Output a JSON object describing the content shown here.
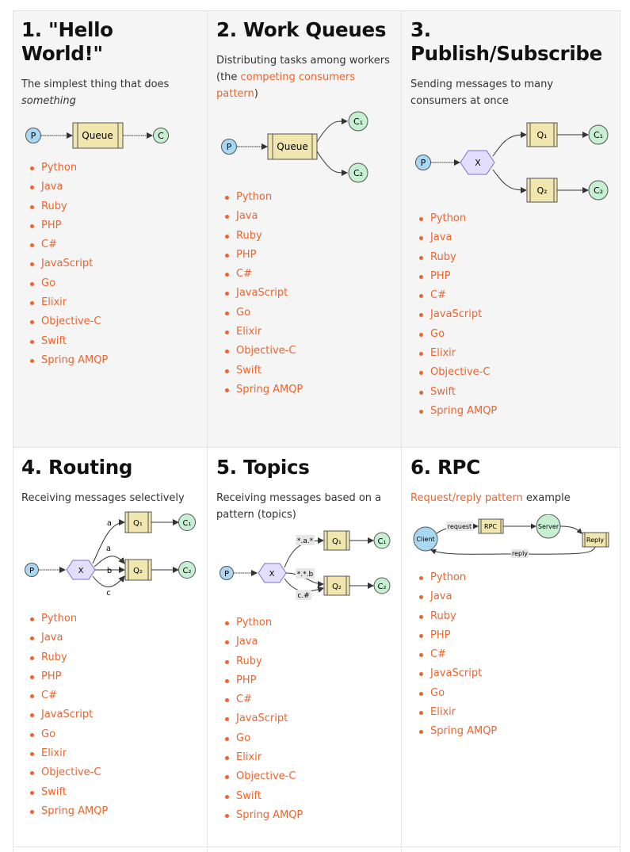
{
  "tutorials": [
    {
      "title": "1. \"Hello World!\"",
      "desc_text": "The simplest thing that does ",
      "desc_em": "something",
      "diagram": {
        "producer": "P",
        "queue": "Queue",
        "consumer": "C"
      },
      "languages": [
        "Python",
        "Java",
        "Ruby",
        "PHP",
        "C#",
        "JavaScript",
        "Go",
        "Elixir",
        "Objective-C",
        "Swift",
        "Spring AMQP"
      ]
    },
    {
      "title": "2. Work Queues",
      "desc_text": "Distributing tasks among workers (the ",
      "desc_link": "competing consumers pattern",
      "desc_after": ")",
      "diagram": {
        "producer": "P",
        "queue": "Queue",
        "consumers": [
          "C₁",
          "C₂"
        ]
      },
      "languages": [
        "Python",
        "Java",
        "Ruby",
        "PHP",
        "C#",
        "JavaScript",
        "Go",
        "Elixir",
        "Objective-C",
        "Swift",
        "Spring AMQP"
      ]
    },
    {
      "title": "3. Publish/Subscribe",
      "desc_text": "Sending messages to many consumers at once",
      "diagram": {
        "producer": "P",
        "exchange": "X",
        "queues": [
          "Q₁",
          "Q₂"
        ],
        "consumers": [
          "C₁",
          "C₂"
        ]
      },
      "languages": [
        "Python",
        "Java",
        "Ruby",
        "PHP",
        "C#",
        "JavaScript",
        "Go",
        "Elixir",
        "Objective-C",
        "Swift",
        "Spring AMQP"
      ]
    },
    {
      "title": "4. Routing",
      "desc_text": "Receiving messages selectively",
      "diagram": {
        "producer": "P",
        "exchange": "X",
        "queues": [
          "Q₁",
          "Q₂"
        ],
        "consumers": [
          "C₁",
          "C₂"
        ],
        "routing_keys": [
          "a",
          "a",
          "b",
          "c"
        ]
      },
      "languages": [
        "Python",
        "Java",
        "Ruby",
        "PHP",
        "C#",
        "JavaScript",
        "Go",
        "Elixir",
        "Objective-C",
        "Swift",
        "Spring AMQP"
      ]
    },
    {
      "title": "5. Topics",
      "desc_text": "Receiving messages based on a pattern (topics)",
      "diagram": {
        "producer": "P",
        "exchange": "X",
        "queues": [
          "Q₁",
          "Q₂"
        ],
        "consumers": [
          "C₁",
          "C₂"
        ],
        "bindings": [
          "*.a.*",
          "*.*.b",
          "c.#"
        ]
      },
      "languages": [
        "Python",
        "Java",
        "Ruby",
        "PHP",
        "C#",
        "JavaScript",
        "Go",
        "Elixir",
        "Objective-C",
        "Swift",
        "Spring AMQP"
      ]
    },
    {
      "title": "6. RPC",
      "desc_link": "Request/reply pattern",
      "desc_after": " example",
      "diagram": {
        "client": "Client",
        "request": "request",
        "rpc_queue": "RPC",
        "server": "Server",
        "reply_queue": "Reply",
        "reply": "reply"
      },
      "languages": [
        "Python",
        "Java",
        "Ruby",
        "PHP",
        "C#",
        "JavaScript",
        "Go",
        "Elixir",
        "Spring AMQP"
      ]
    }
  ],
  "colors": {
    "link": "#ea6530",
    "producer": "#a9d8f5",
    "queue": "#f0e6ae",
    "consumer": "#c7f0d2",
    "exchange": "#e3defb",
    "cell_shade": "#f5f5f5"
  }
}
